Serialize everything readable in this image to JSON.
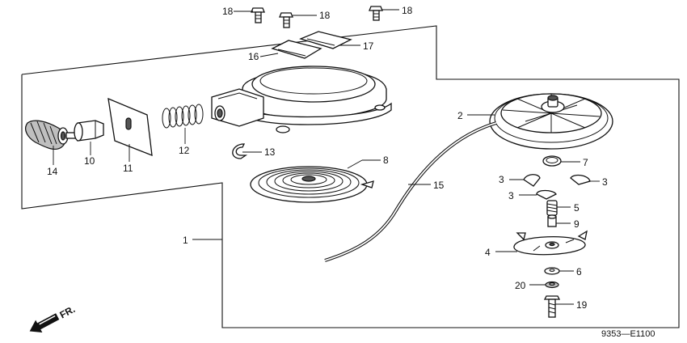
{
  "callouts": {
    "c1": "1",
    "c2": "2",
    "c3a": "3",
    "c3b": "3",
    "c3c": "3",
    "c4": "4",
    "c5": "5",
    "c6": "6",
    "c7": "7",
    "c8": "8",
    "c9": "9",
    "c10": "10",
    "c11": "11",
    "c12": "12",
    "c13": "13",
    "c14": "14",
    "c15": "15",
    "c16": "16",
    "c17": "17",
    "c18a": "18",
    "c18b": "18",
    "c18c": "18",
    "c19": "19",
    "c20": "20"
  },
  "direction_label": "FR.",
  "diagram_code": "9353—E1100"
}
